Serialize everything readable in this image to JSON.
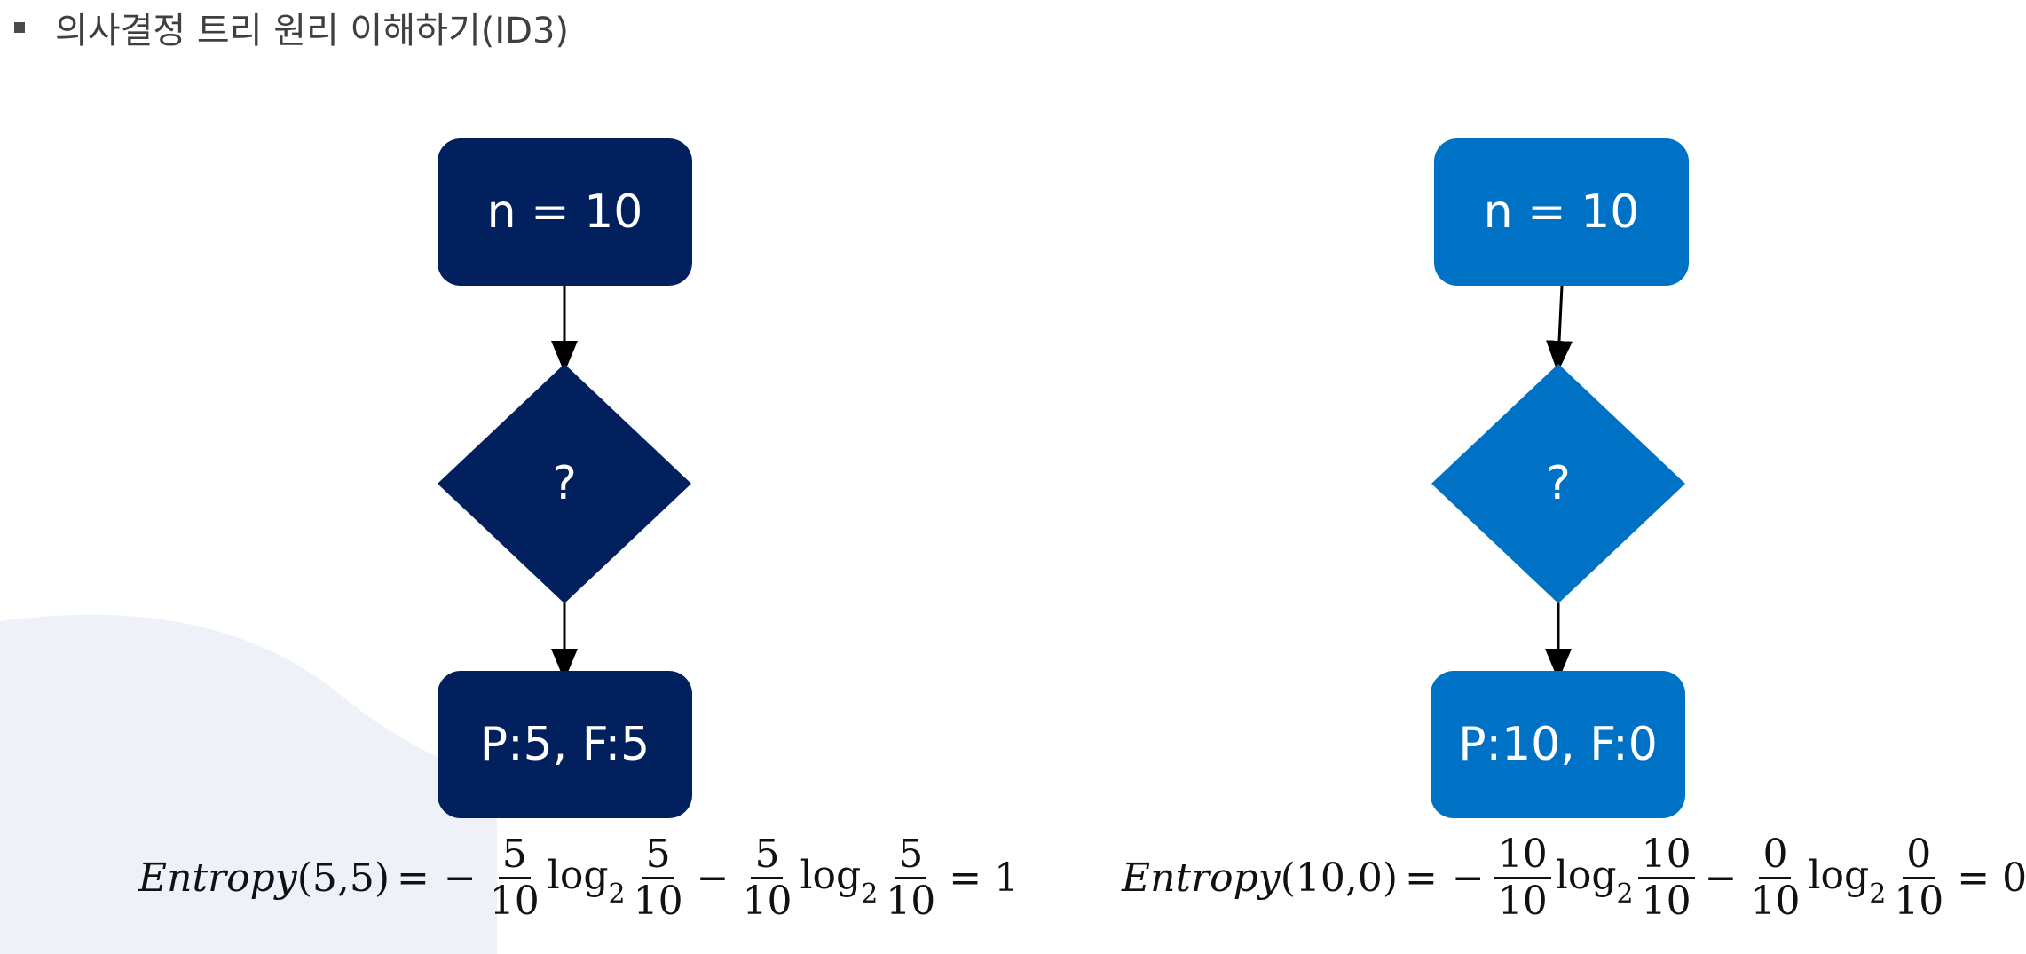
{
  "header": {
    "title": "의사결정 트리 원리 이해하기(ID3)"
  },
  "colors": {
    "dark_node": "#03205e",
    "light_node": "#0072c5",
    "background_wave": "#eef1f8"
  },
  "left_tree": {
    "root": "n = 10",
    "decision": "?",
    "leaf": "P:5, F:5",
    "formula": {
      "lhs": "Entropy",
      "args": "(5,5)",
      "eq": "=",
      "minus1": "−",
      "f1_num": "5",
      "f1_den": "10",
      "log": "log",
      "base": "2",
      "f2_num": "5",
      "f2_den": "10",
      "minus2": "−",
      "f3_num": "5",
      "f3_den": "10",
      "f4_num": "5",
      "f4_den": "10",
      "result": "= 1"
    }
  },
  "right_tree": {
    "root": "n = 10",
    "decision": "?",
    "leaf": "P:10, F:0",
    "formula": {
      "lhs": "Entropy",
      "args": "(10,0)",
      "eq": "=",
      "minus1": "−",
      "f1_num": "10",
      "f1_den": "10",
      "log": "log",
      "base": "2",
      "f2_num": "10",
      "f2_den": "10",
      "minus2": "−",
      "f3_num": "0",
      "f3_den": "10",
      "f4_num": "0",
      "f4_den": "10",
      "result": "= 0"
    }
  }
}
